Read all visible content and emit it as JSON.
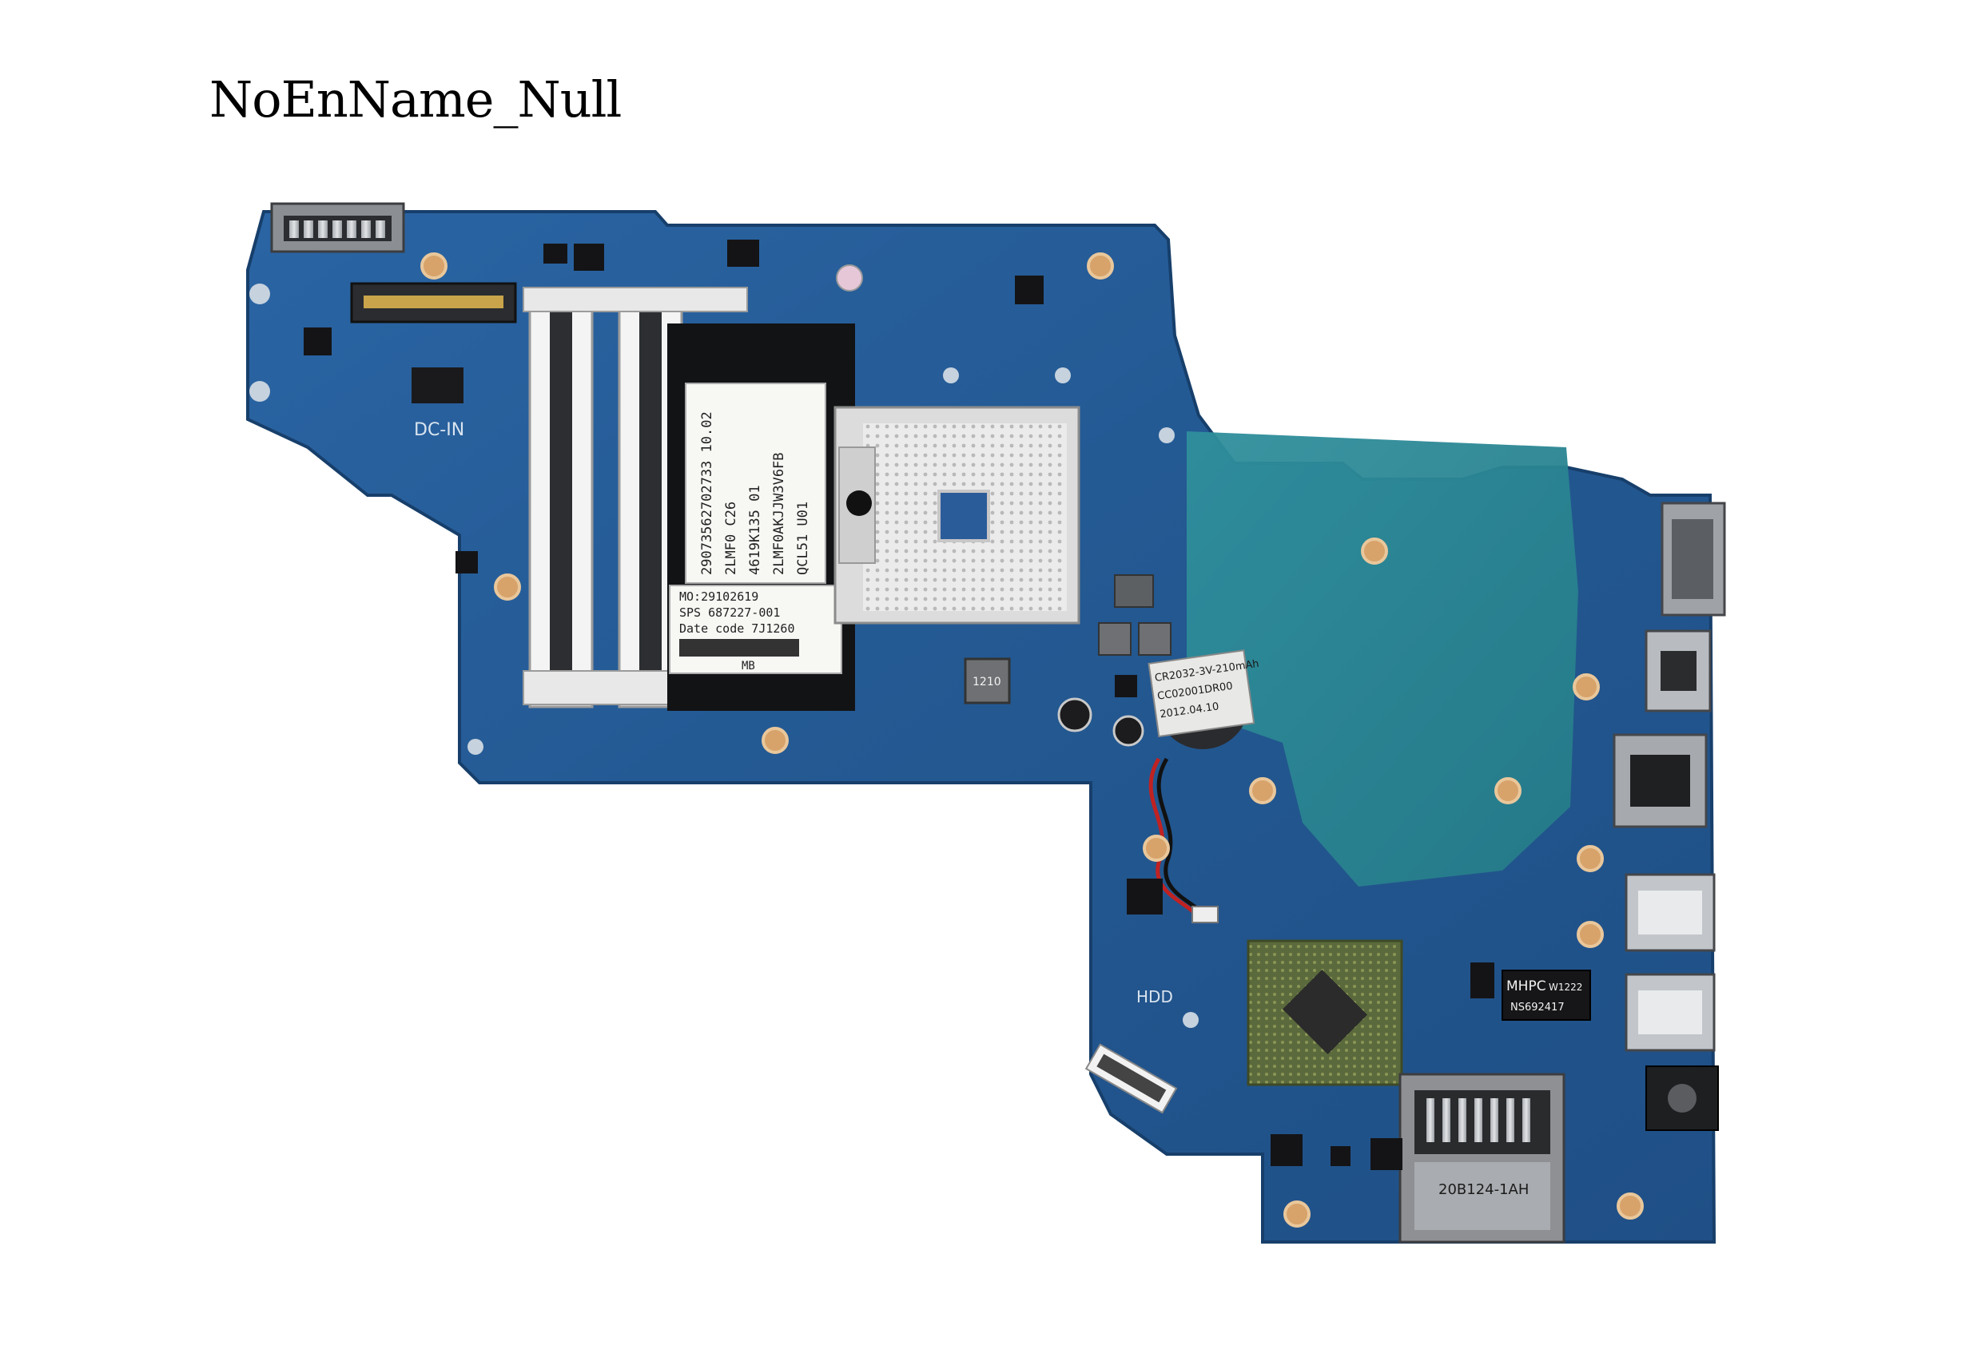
{
  "watermark": "NoEnName_Null",
  "board": {
    "pcb_color": "#245a95",
    "dc_in_label": "DC-IN",
    "hdd_label": "HDD"
  },
  "label_sticker": {
    "lines": [
      "29073562702733 10.02",
      "2LMF0 C26",
      "4619K135 01",
      "2LMF0AKJJW3V6FB",
      "QCL51 U01"
    ]
  },
  "mb_sticker": {
    "mo": "MO:29102619",
    "sps": "SPS 687227-001",
    "date_code": "Date code 7J1260",
    "mb": "MB"
  },
  "coin_battery": {
    "lines": [
      "CR2032-3V-210mAh",
      "CC02001DR00",
      "2012.04.10"
    ]
  },
  "ethernet_chip": {
    "brand": "MHPC",
    "code": "W1222",
    "part": "NS692417"
  },
  "card_reader": {
    "label": "20B124-1AH"
  },
  "inductor_mark": "1210"
}
